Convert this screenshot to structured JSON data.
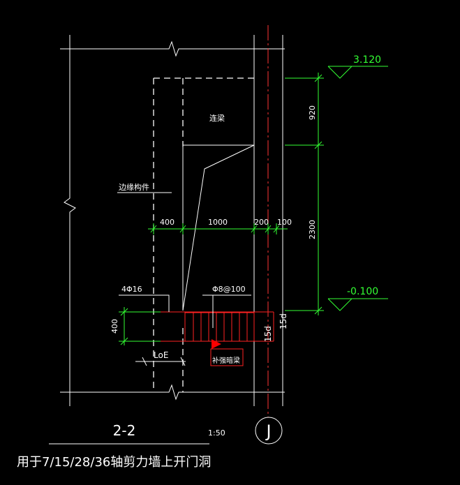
{
  "title": {
    "section": "2-2",
    "scale": "1:50",
    "note": "用于7/15/28/36轴剪力墙上开门洞"
  },
  "labels": {
    "beam": "连梁",
    "edge_member": "边缘构件",
    "rebar_top": "4Φ16",
    "stirrup": "Φ8@100",
    "beam_tag": "补强暗梁",
    "anchorage": "LoE",
    "d15_a": "15d",
    "d15_b": "15d"
  },
  "dimensions": {
    "elev_top": "3.120",
    "elev_bottom": "-0.100",
    "dim_920": "920",
    "dim_2300": "2300",
    "dim_400_h": "400",
    "dim_1000": "1000",
    "dim_200": "200",
    "dim_100": "100",
    "dim_400_v": "400"
  },
  "axis": {
    "label": "J"
  },
  "colors": {
    "background": "#000000",
    "lines": "#ffffff",
    "dimensions": "#33ff33",
    "rebar": "#ff2222",
    "axis": "#ff3333"
  }
}
